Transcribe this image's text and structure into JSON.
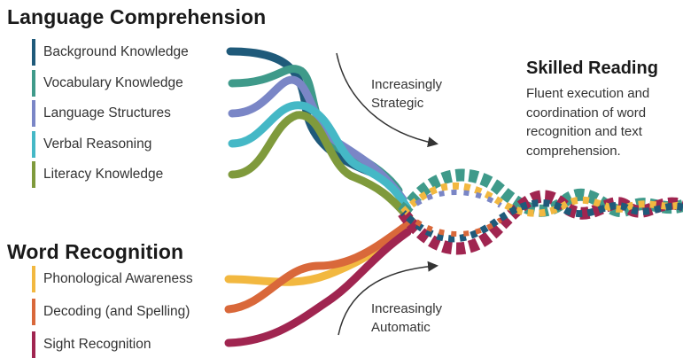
{
  "language_comprehension": {
    "title": "Language Comprehension",
    "items": [
      {
        "label": "Background Knowledge",
        "color": "#1f5a7a"
      },
      {
        "label": "Vocabulary Knowledge",
        "color": "#3f9a8a"
      },
      {
        "label": "Language Structures",
        "color": "#7a86c6"
      },
      {
        "label": "Verbal Reasoning",
        "color": "#45b8c6"
      },
      {
        "label": "Literacy Knowledge",
        "color": "#7f9a3c"
      }
    ]
  },
  "word_recognition": {
    "title": "Word Recognition",
    "items": [
      {
        "label": "Phonological Awareness",
        "color": "#f2b840"
      },
      {
        "label": "Decoding (and Spelling)",
        "color": "#d9683a"
      },
      {
        "label": "Sight Recognition",
        "color": "#a02550"
      }
    ]
  },
  "arrows": {
    "strategic": [
      "Increasingly",
      "Strategic"
    ],
    "automatic": [
      "Increasingly",
      "Automatic"
    ]
  },
  "skilled_reading": {
    "title": "Skilled Reading",
    "description": "Fluent execution and coordination of word recognition and text comprehension."
  }
}
